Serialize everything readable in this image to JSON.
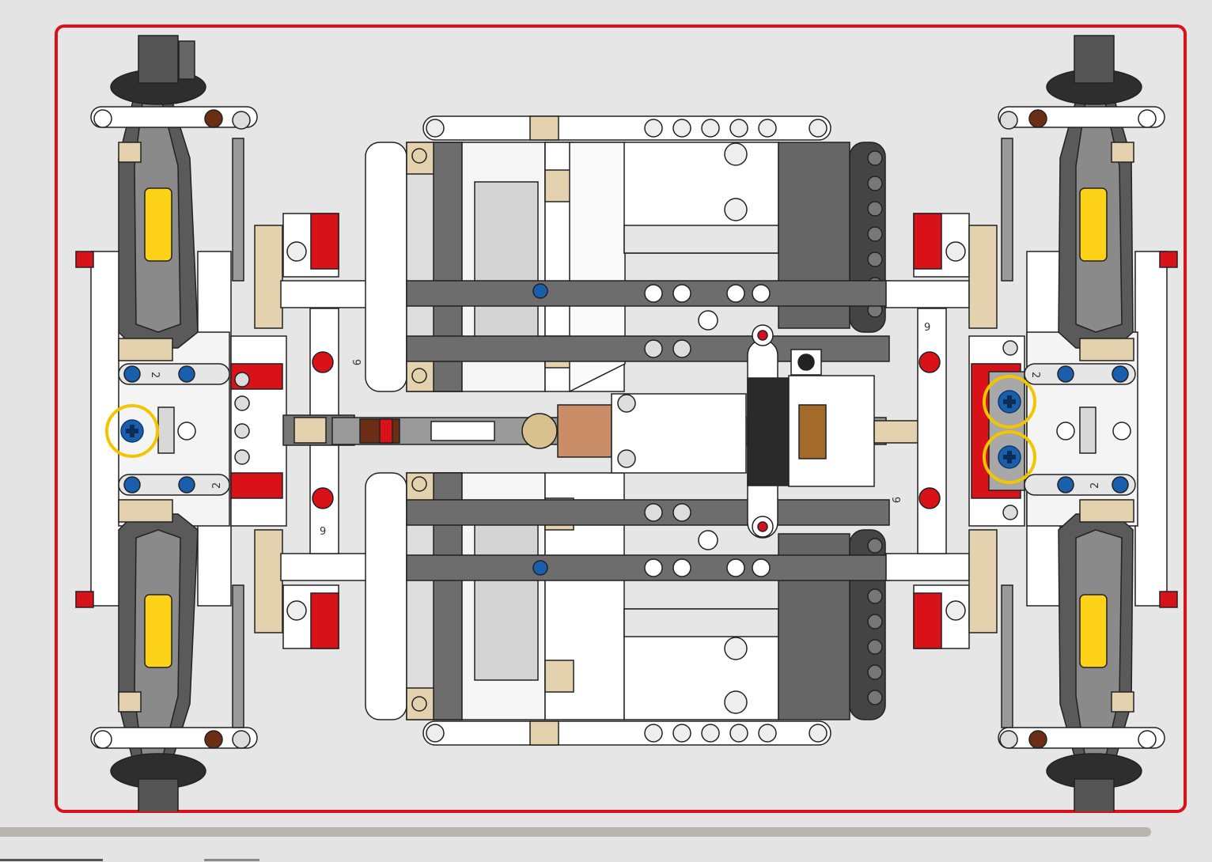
{
  "page": {
    "frame_color": "#d9121a",
    "background_color": "#e4e4e4",
    "callout_color": "#f2c500"
  },
  "progress": {
    "fraction": 0.95,
    "track_color": "#b8b4ae"
  },
  "part_labels": {
    "beam_length_2": "2",
    "beam_length_9": "9"
  },
  "callouts": [
    {
      "name": "connector-callout-left",
      "icon": "blue-axle-pin-icon"
    },
    {
      "name": "connector-callout-right-top",
      "icon": "blue-axle-pin-icon"
    },
    {
      "name": "connector-callout-right-bottom",
      "icon": "blue-axle-pin-icon"
    }
  ]
}
